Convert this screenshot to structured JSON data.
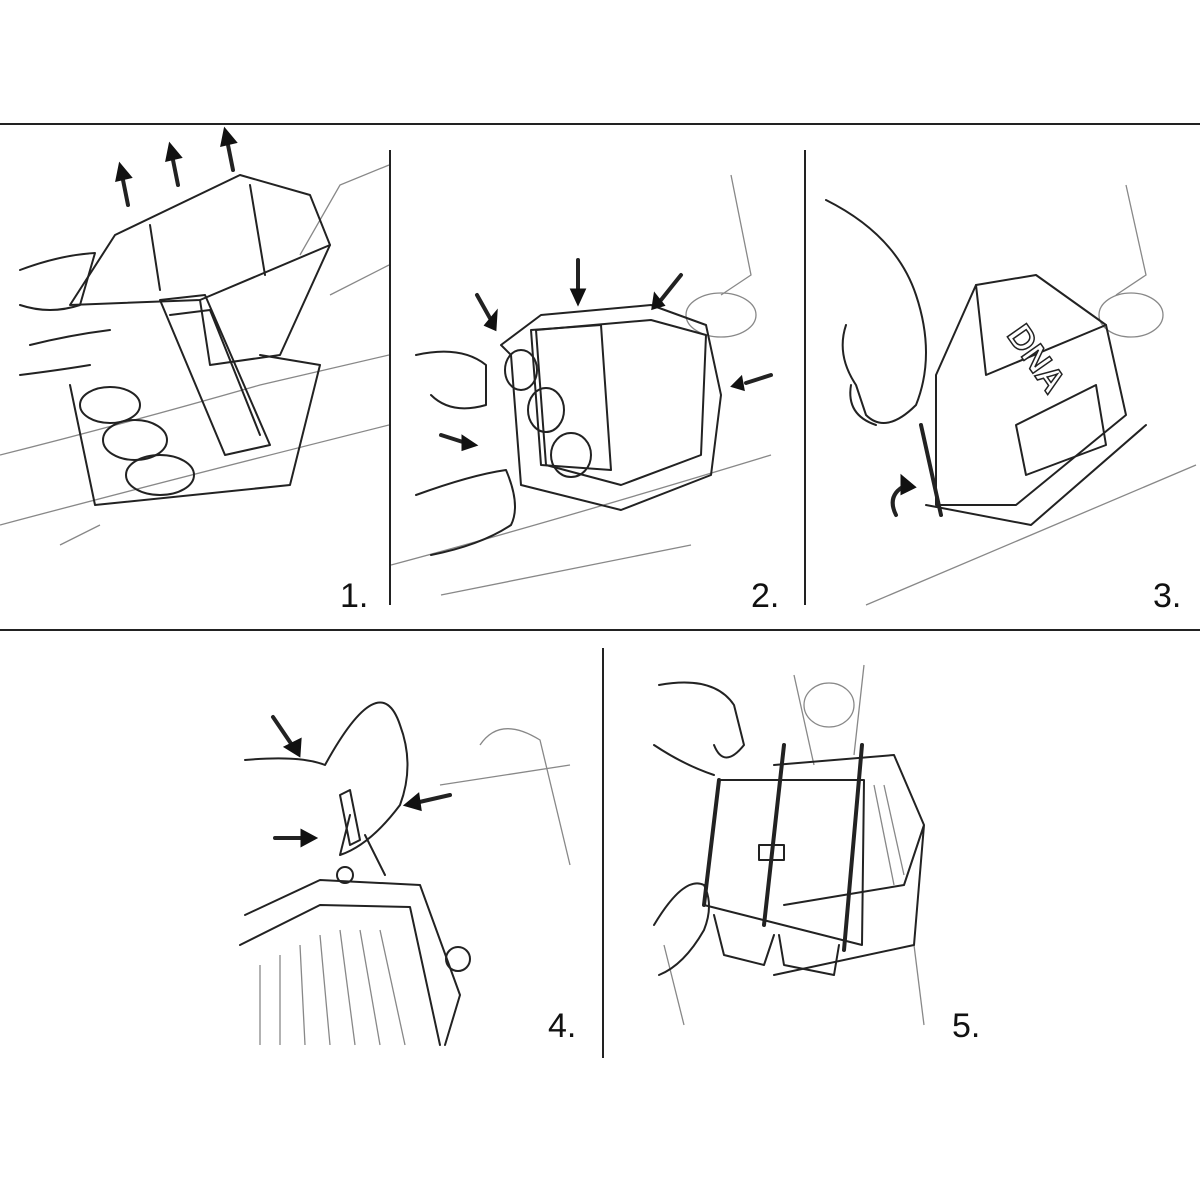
{
  "steps": [
    {
      "label": "1."
    },
    {
      "label": "2."
    },
    {
      "label": "3."
    },
    {
      "label": "4."
    },
    {
      "label": "5."
    }
  ],
  "panel3": {
    "logo_text": "DNA"
  }
}
